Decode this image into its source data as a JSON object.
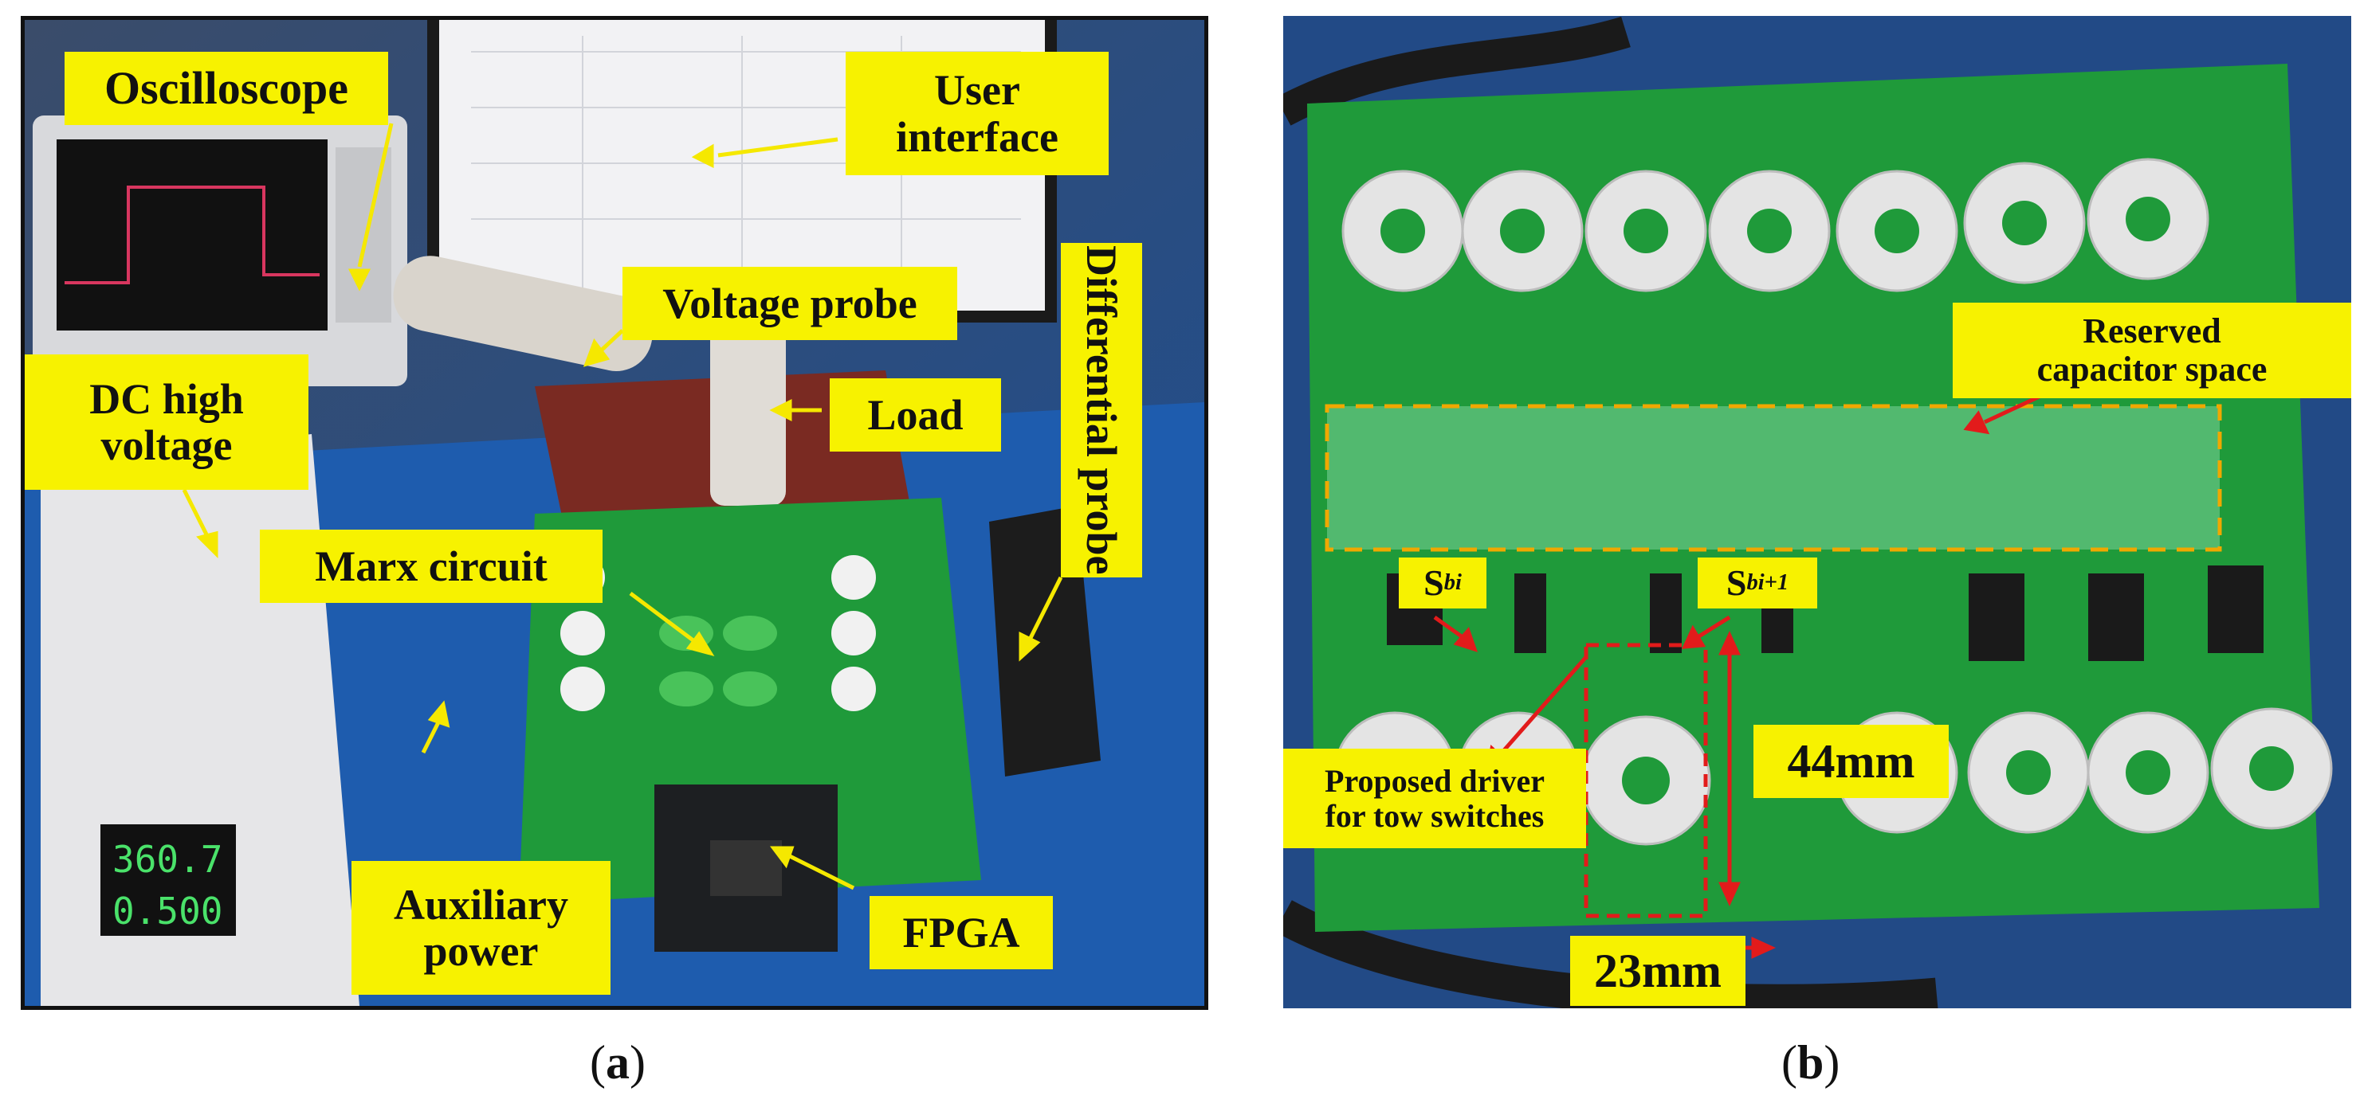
{
  "panel_a": {
    "caption": "(a)",
    "labels": {
      "oscilloscope": "Oscilloscope",
      "user_interface": "User\ninterface",
      "voltage_probe": "Voltage probe",
      "differential_probe": "Differential probe",
      "dc_high_voltage": "DC high\nvoltage",
      "load": "Load",
      "marx_circuit": "Marx circuit",
      "auxiliary_power": "Auxiliary\npower",
      "fpga": "FPGA"
    },
    "readouts": {
      "voltage": "360.7",
      "current": "0.500"
    }
  },
  "panel_b": {
    "caption": "(b)",
    "labels": {
      "reserved_capacitor": "Reserved\ncapacitor space",
      "switch_bi_base": "S",
      "switch_bi_sub": "bi",
      "switch_bi1_base": "S",
      "switch_bi1_sub": "bi+1",
      "proposed_driver": "Proposed driver\nfor tow switches",
      "dim_height": "44mm",
      "dim_width": "23mm"
    }
  },
  "colors": {
    "label_bg": "#f7f200",
    "annotation_red": "#e21b1b",
    "arrow_yellow": "#f5e800",
    "pcb_green": "#1f9a3a",
    "highlight_orange": "#f0a800"
  }
}
